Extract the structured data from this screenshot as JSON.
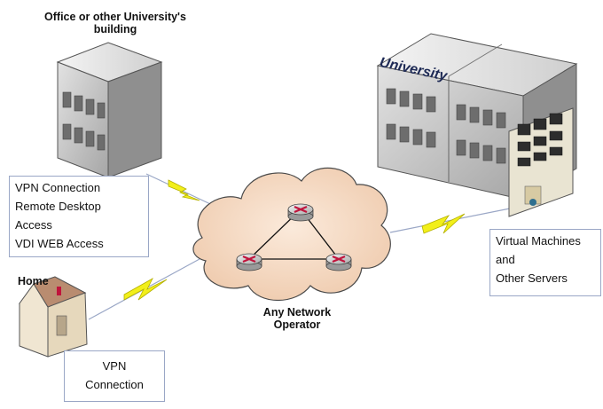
{
  "labels": {
    "office_title_line1": "Office or other University's",
    "office_title_line2": "building",
    "university": "University",
    "home": "Home",
    "operator_line1": "Any Network",
    "operator_line2": "Operator"
  },
  "boxes": {
    "office_access": [
      "VPN Connection",
      "Remote Desktop",
      "Access",
      "VDI WEB Access"
    ],
    "servers": [
      "Virtual Machines",
      "and",
      "Other Servers"
    ],
    "home_vpn": [
      "VPN",
      "Connection"
    ]
  },
  "colors": {
    "lightning": "#f2ef1a",
    "cloud_fill": "#f6dcc6",
    "cloud_stroke": "#4a4a4a",
    "router_x": "#c0143c",
    "building_front": "#bdbdbd",
    "building_side": "#8f8f8f",
    "box_border": "#9aa7c6"
  },
  "icons": [
    "building-icon",
    "university-building-icon",
    "house-icon",
    "cloud-icon",
    "router-icon",
    "lightning-link-icon",
    "server-rack-icon"
  ]
}
